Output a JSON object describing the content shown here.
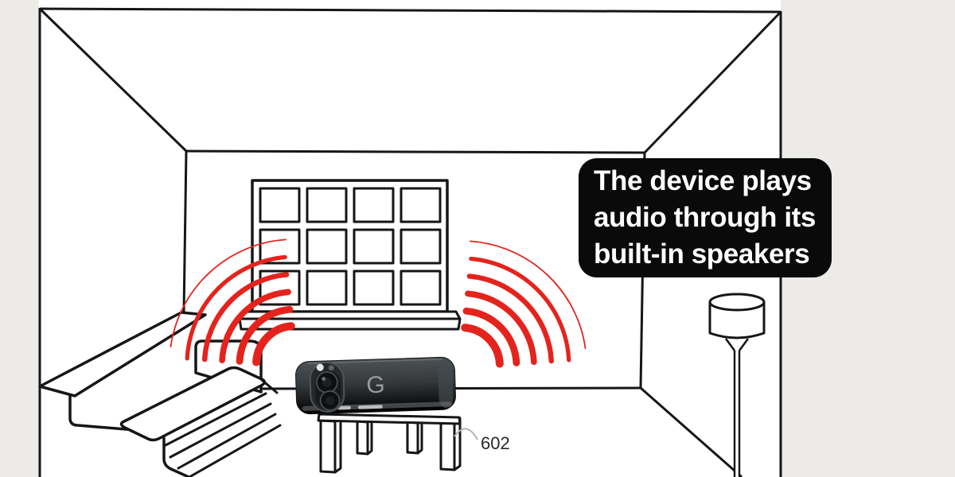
{
  "illustration": {
    "figure_label": "602",
    "device_logo": "G"
  },
  "callout": {
    "line1": "The device plays",
    "line2": "audio through its",
    "line3": "built-in speakers"
  },
  "icons": {
    "sound_waves_left": "concentric-arc-waves",
    "sound_waves_right": "concentric-arc-waves"
  },
  "colors": {
    "background": "#ecebe7",
    "paper": "#ffffff",
    "line_art": "#161616",
    "sound_wave_red": "#e5231d",
    "callout_background": "#0a0a0a",
    "callout_text": "#ffffff",
    "leader_line": "#b5b2ad",
    "figure_label_text": "#2b2927",
    "phone_body_dark": "#2b2e30",
    "phone_logo_gray": "#969b9f"
  }
}
